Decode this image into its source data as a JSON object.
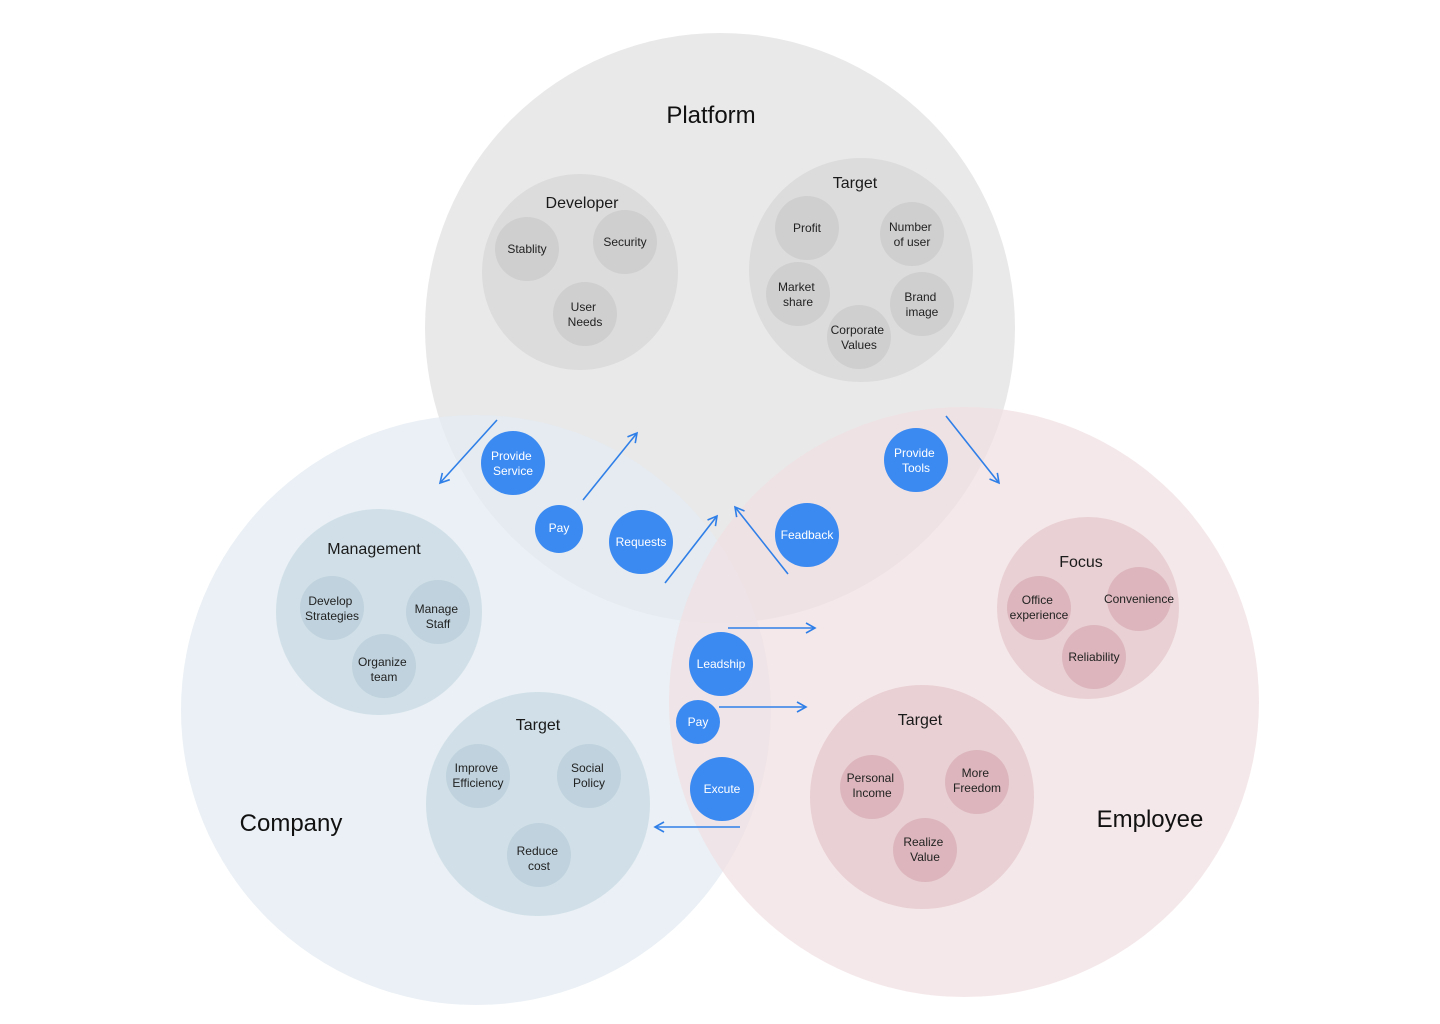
{
  "colors": {
    "platform": "#e6e6e6",
    "company": "#e6eef4",
    "employee": "#f3e5e7",
    "platform_group": "#dcdcdc",
    "platform_node": "#cfcfcf",
    "company_group": "#d1e0e8",
    "company_node": "#bfd2dd",
    "employee_group": "#e9d0d4",
    "employee_node": "#dcb6bc",
    "action": "#3b8af2",
    "arrow": "#2f7fe8"
  },
  "circles": {
    "platform": "Platform",
    "company": "Company",
    "employee": "Employee"
  },
  "platform": {
    "developer": {
      "title": "Developer",
      "items": [
        [
          "Stablity"
        ],
        [
          "Security"
        ],
        [
          "User",
          "Needs"
        ]
      ]
    },
    "target": {
      "title": "Target",
      "items": [
        [
          "Profit"
        ],
        [
          "Number",
          "of user"
        ],
        [
          "Market",
          "share"
        ],
        [
          "Brand",
          "image"
        ],
        [
          "Corporate",
          "Values"
        ]
      ]
    }
  },
  "company": {
    "management": {
      "title": "Management",
      "items": [
        [
          "Develop",
          "Strategies"
        ],
        [
          "Manage",
          "Staff"
        ],
        [
          "Organize",
          "team"
        ]
      ]
    },
    "target": {
      "title": "Target",
      "items": [
        [
          "Improve",
          "Efficiency"
        ],
        [
          "Social",
          "Policy"
        ],
        [
          "Reduce",
          "cost"
        ]
      ]
    }
  },
  "employee": {
    "focus": {
      "title": "Focus",
      "items": [
        [
          "Office",
          "experience"
        ],
        [
          "Convenience"
        ],
        [
          "Reliability"
        ]
      ]
    },
    "target": {
      "title": "Target",
      "items": [
        [
          "Personal",
          "Income"
        ],
        [
          "More",
          "Freedom"
        ],
        [
          "Realize",
          "Value"
        ]
      ]
    }
  },
  "actions": [
    [
      "Provide",
      "Service"
    ],
    [
      "Pay"
    ],
    [
      "Requests"
    ],
    [
      "Feadback"
    ],
    [
      "Provide",
      "Tools"
    ],
    [
      "Leadship"
    ],
    [
      "Pay"
    ],
    [
      "Excute"
    ]
  ]
}
